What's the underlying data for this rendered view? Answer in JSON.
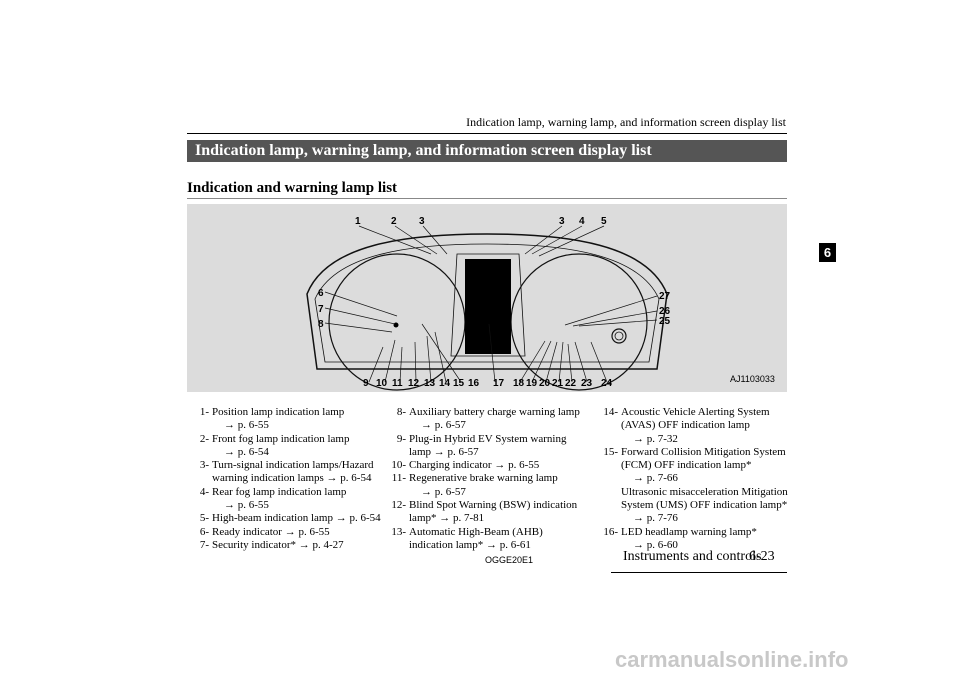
{
  "running_header": "Indication lamp, warning lamp, and information screen display list",
  "title": "Indication lamp, warning lamp, and information screen display list",
  "subtitle": "Indication and warning lamp list",
  "figure_code": "AJ1103033",
  "figure_callouts": [
    "1",
    "2",
    "3",
    "3",
    "4",
    "5",
    "6",
    "7",
    "8",
    "9",
    "10",
    "11",
    "12",
    "13",
    "14",
    "15",
    "16",
    "17",
    "18",
    "19",
    "20",
    "21",
    "22",
    "23",
    "24",
    "25",
    "26",
    "27"
  ],
  "columns": [
    [
      {
        "num": "1-",
        "text": "Position lamp indication lamp",
        "ref": "→ p. 6-55"
      },
      {
        "num": "2-",
        "text": "Front fog lamp indication lamp",
        "ref": "→ p. 6-54"
      },
      {
        "num": "3-",
        "text": "Turn-signal indication lamps/Hazard warning indication lamps → p. 6-54"
      },
      {
        "num": "4-",
        "text": "Rear fog lamp indication lamp",
        "ref": "→ p. 6-55"
      },
      {
        "num": "5-",
        "text": "High-beam indication lamp → p. 6-54"
      },
      {
        "num": "6-",
        "text": "Ready indicator → p. 6-55"
      },
      {
        "num": "7-",
        "text": "Security indicator* → p. 4-27"
      }
    ],
    [
      {
        "num": "8-",
        "text": "Auxiliary battery charge warning lamp",
        "ref": "→ p. 6-57"
      },
      {
        "num": "9-",
        "text": "Plug-in Hybrid EV System warning lamp → p. 6-57"
      },
      {
        "num": "10-",
        "text": "Charging indicator → p. 6-55"
      },
      {
        "num": "11-",
        "text": "Regenerative brake warning lamp",
        "ref": "→ p. 6-57"
      },
      {
        "num": "12-",
        "text": "Blind Spot Warning (BSW) indication lamp* → p. 7-81"
      },
      {
        "num": "13-",
        "text": "Automatic High-Beam (AHB) indication lamp* → p. 6-61"
      }
    ],
    [
      {
        "num": "14-",
        "text": "Acoustic Vehicle Alerting System (AVAS) OFF indication lamp",
        "ref": "→ p. 7-32"
      },
      {
        "num": "15-",
        "text": "Forward Collision Mitigation System (FCM) OFF indication lamp*",
        "ref": "→ p. 7-66",
        "extra": "Ultrasonic misacceleration Mitigation System (UMS) OFF indication lamp*",
        "extra_ref": "→ p. 7-76"
      },
      {
        "num": "16-",
        "text": "LED headlamp warning lamp*",
        "ref": "→ p. 6-60"
      }
    ]
  ],
  "footer_code": "OGGE20E1",
  "footer_section": "Instruments and controls",
  "footer_page": "6-23",
  "side_tab": "6",
  "watermark": "carmanualsonline.info"
}
